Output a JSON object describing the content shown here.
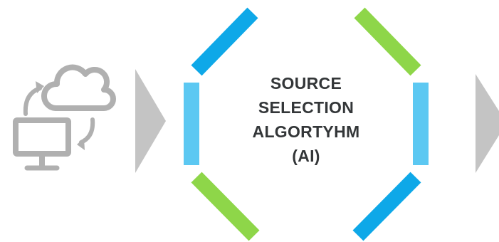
{
  "diagram": {
    "center_lines": [
      "SOURCE",
      "SELECTION",
      "ALGORTYHM",
      "(AI)"
    ],
    "icon": "computer-cloud-sync-icon",
    "arrow_icon": "chevron-right-icon"
  },
  "colors": {
    "blue": "#0ea8e8",
    "light_blue": "#5cc8f2",
    "green": "#8ed649",
    "gray": "#c4c4c4",
    "icon_gray": "#b0b0b0",
    "text": "#333638"
  }
}
